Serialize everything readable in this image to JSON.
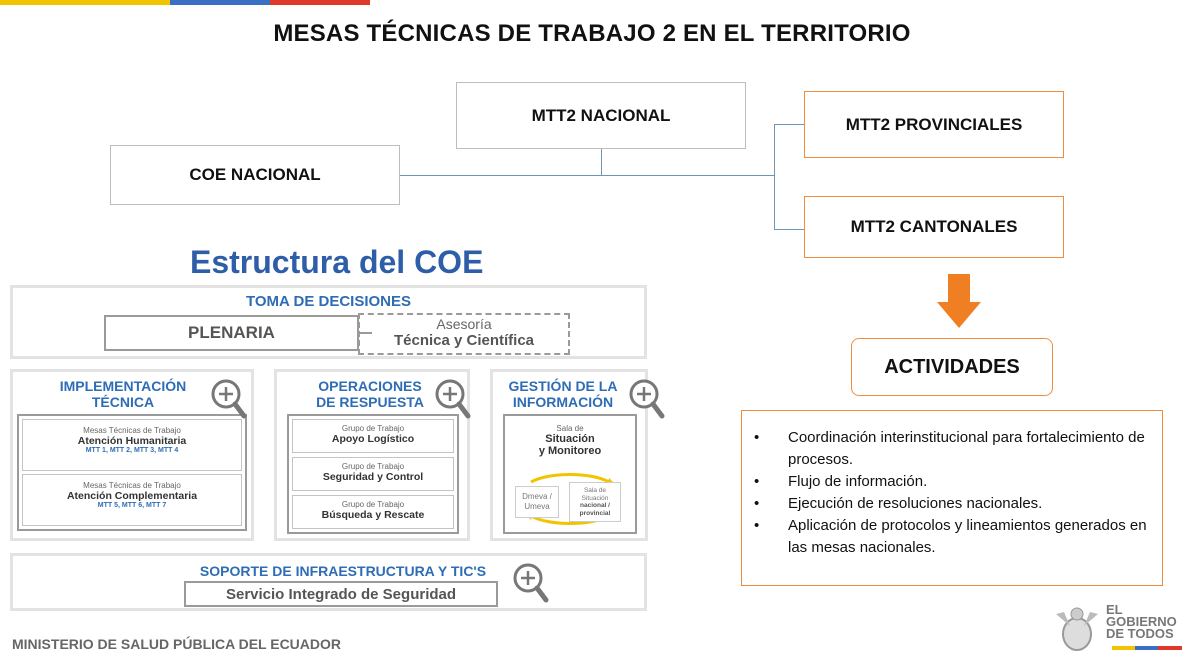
{
  "title": "MESAS TÉCNICAS DE TRABAJO 2 EN EL TERRITORIO",
  "boxes": {
    "nacional": "MTT2 NACIONAL",
    "coe": "COE NACIONAL",
    "provinciales": "MTT2 PROVINCIALES",
    "cantonales": "MTT2 CANTONALES",
    "actividades": "ACTIVIDADES"
  },
  "activities": [
    "Coordinación interinstitucional para fortalecimiento de procesos.",
    "Flujo de información.",
    "Ejecución de resoluciones nacionales.",
    "Aplicación de protocolos y lineamientos generados en las mesas nacionales."
  ],
  "bullet_symbol": "•",
  "coe": {
    "title": "Estructura del COE",
    "decisions": {
      "heading": "TOMA DE DECISIONES",
      "plenaria": "PLENARIA",
      "asesoria_line1": "Asesoría",
      "asesoria_line2": "Técnica y Científica"
    },
    "implementacion": {
      "heading_line1": "IMPLEMENTACIÓN",
      "heading_line2": "TÉCNICA",
      "group1_small": "Mesas Técnicas de Trabajo",
      "group1_title": "Atención Humanitaria",
      "group1_mtt": "MTT 1, MTT 2, MTT 3, MTT 4",
      "group2_small": "Mesas Técnicas de Trabajo",
      "group2_title": "Atención Complementaria",
      "group2_mtt": "MTT 5, MTT 6, MTT 7"
    },
    "operaciones": {
      "heading_line1": "OPERACIONES",
      "heading_line2": "DE RESPUESTA",
      "g1_small": "Grupo de Trabajo",
      "g1_title": "Apoyo Logístico",
      "g2_small": "Grupo de Trabajo",
      "g2_title": "Seguridad y Control",
      "g3_small": "Grupo de Trabajo",
      "g3_title": "Búsqueda y Rescate"
    },
    "gestion": {
      "heading_line1": "GESTIÓN DE LA",
      "heading_line2": "INFORMACIÓN",
      "sala_small": "Sala de",
      "sala_line1": "Situación",
      "sala_line2": "y Monitoreo",
      "dmeva_line1": "Dmeva /",
      "dmeva_line2": "Umeva",
      "sala2_line1": "Sala de",
      "sala2_line2": "Situación",
      "sala2_line3": "nacional /",
      "sala2_line4": "provincial"
    },
    "soporte": {
      "heading": "SOPORTE DE INFRAESTRUCTURA Y TIC'S",
      "servicio": "Servicio Integrado de Seguridad"
    }
  },
  "footer": "MINISTERIO DE SALUD PÚBLICA DEL ECUADOR",
  "logo": {
    "line1": "EL",
    "line2": "GOBIERNO",
    "line3": "DE TODOS"
  },
  "colors": {
    "accent_orange": "#f28c3a",
    "arrow_orange": "#ef7f22",
    "connector_blue": "#6b96b8",
    "coe_blue": "#2e5ea8"
  }
}
